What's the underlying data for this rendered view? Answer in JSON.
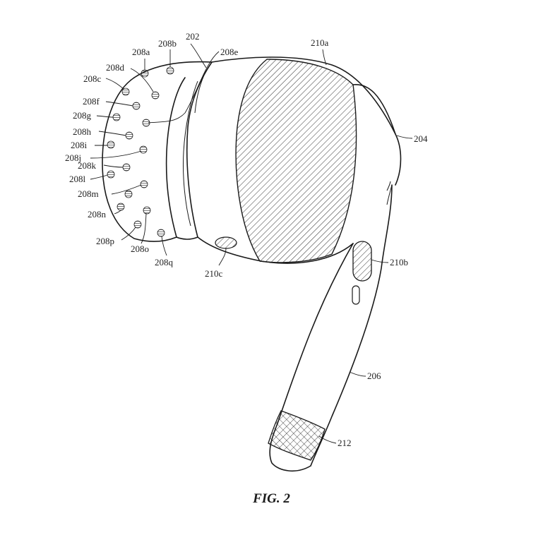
{
  "figure": {
    "caption": "FIG. 2",
    "labels": {
      "202": "202",
      "204": "204",
      "206": "206",
      "212": "212",
      "210a": "210a",
      "210b": "210b",
      "210c": "210c",
      "208a": "208a",
      "208b": "208b",
      "208c": "208c",
      "208d": "208d",
      "208e": "208e",
      "208f": "208f",
      "208g": "208g",
      "208h": "208h",
      "208i": "208i",
      "208j": "208j",
      "208k": "208k",
      "208l": "208l",
      "208m": "208m",
      "208n": "208n",
      "208o": "208o",
      "208p": "208p",
      "208q": "208q"
    }
  }
}
